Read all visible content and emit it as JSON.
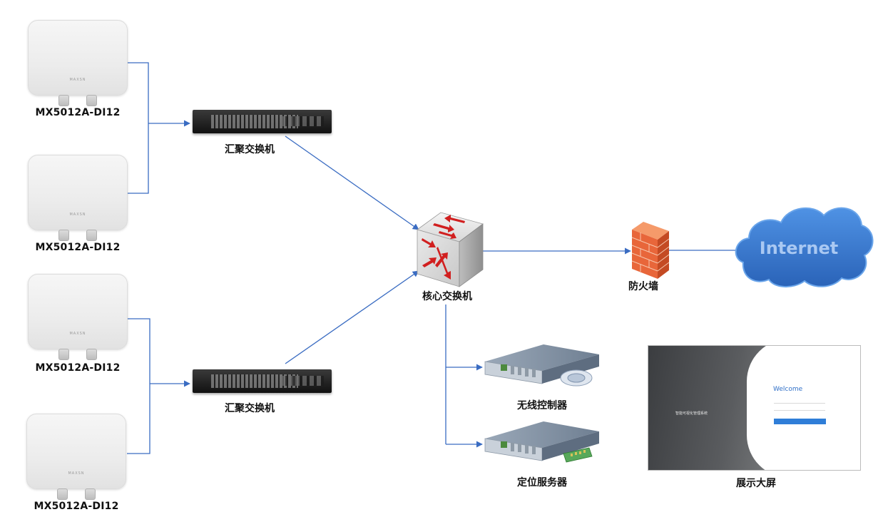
{
  "nodes": {
    "ap1": "MX5012A-DI12",
    "ap2": "MX5012A-DI12",
    "ap3": "MX5012A-DI12",
    "ap4": "MX5012A-DI12",
    "agg_switch_top": "汇聚交换机",
    "agg_switch_bottom": "汇聚交换机",
    "core_switch": "核心交换机",
    "firewall": "防火墙",
    "internet": "Internet",
    "wireless_controller": "无线控制器",
    "location_server": "定位服务器",
    "display_screen": "展示大屏"
  },
  "ap_brand": "MAXSN",
  "screen": {
    "welcome": "Welcome",
    "system_title": "智能可视化管理系统"
  },
  "colors": {
    "link": "#3a6cc2",
    "cloud": "#3d7fd6",
    "firewall": "#e06a3c"
  }
}
